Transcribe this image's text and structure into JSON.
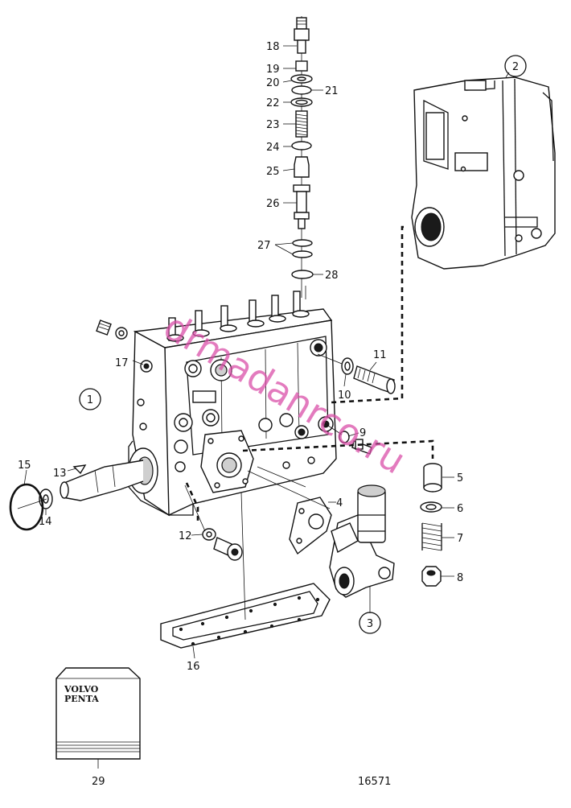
{
  "labels": {
    "p1": "1",
    "p2": "2",
    "p3": "3",
    "p4": "4",
    "p5": "5",
    "p6": "6",
    "p7": "7",
    "p8": "8",
    "p9": "9",
    "p10": "10",
    "p11": "11",
    "p12": "12",
    "p13": "13",
    "p14": "14",
    "p15": "15",
    "p16": "16",
    "p17": "17",
    "p18": "18",
    "p19": "19",
    "p20": "20",
    "p21": "21",
    "p22": "22",
    "p23": "23",
    "p24": "24",
    "p25": "25",
    "p26": "26",
    "p27": "27",
    "p28": "28",
    "p29": "29"
  },
  "manual": {
    "line1": "VOLVO",
    "line2": "PENTA"
  },
  "drawing_number": "16571",
  "watermark": "drmadanrco.ru"
}
